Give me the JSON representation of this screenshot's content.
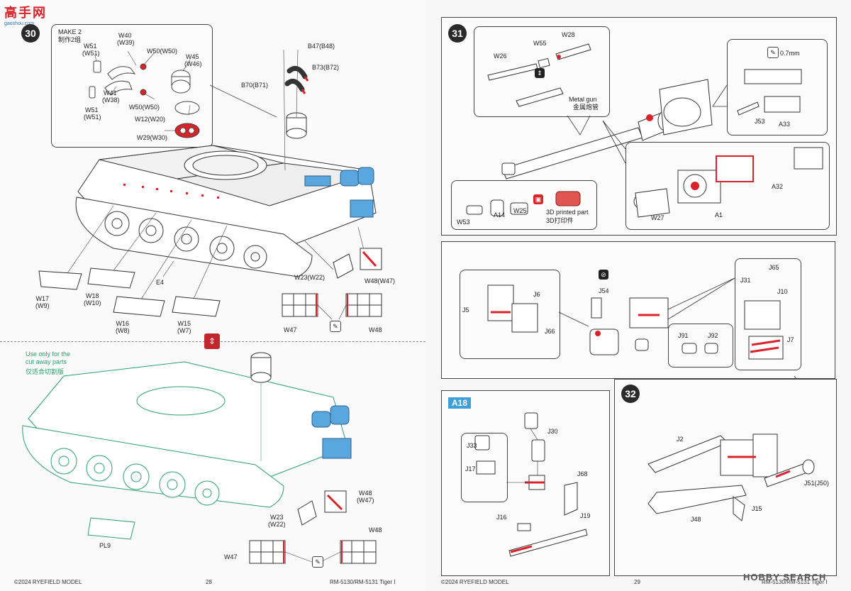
{
  "site_logo": {
    "main": "高手网",
    "sub": "gaoshou.com",
    "colors": {
      "red": "#d8232a",
      "blue": "#2a6fb8"
    }
  },
  "watermark": "HOBBY SEARCH",
  "left_page": {
    "step": "30",
    "make": {
      "title": "MAKE 2",
      "subtitle": "制作2组"
    },
    "inset_labels": {
      "w40": "W40",
      "w39": "(W39)",
      "w51a": "W51",
      "w51a_alt": "(W51)",
      "w50a": "W50(W50)",
      "w45": "W45",
      "w46": "(W46)",
      "w41": "W41",
      "w38": "(W38)",
      "w50b": "W50(W50)",
      "w51b": "W51",
      "w51b_alt": "(W51)",
      "w12": "W12(W20)",
      "w29": "W29(W30)"
    },
    "hull_labels": {
      "b47": "B47(B48)",
      "b73": "B73(B72)",
      "b70": "B70(B71)",
      "e4": "E4",
      "w17": "W17",
      "w9": "(W9)",
      "w18": "W18",
      "w10": "(W10)",
      "w16": "W16",
      "w8": "(W8)",
      "w15": "W15",
      "w7": "(W7)",
      "w23": "W23(W22)",
      "w48": "W48(W47)",
      "w47_box": "W47",
      "w48_box": "W48"
    },
    "cutaway": {
      "note_en_1": "Use only for the",
      "note_en_2": "cut away parts",
      "note_cn": "仅适合切割版",
      "pl9": "PL9",
      "w23": "W23",
      "w22": "(W22)",
      "w48": "W48",
      "w47": "(W47)",
      "w47_box": "W47",
      "w48_box": "W48"
    },
    "footer_left": "©2024 RYEFIELD MODEL",
    "page_no": "28",
    "footer_right": "RM-5130/RM-5131 Tiger I"
  },
  "right_page": {
    "step31": "31",
    "gun_labels": {
      "w28": "W28",
      "w55": "W55",
      "w26": "W26",
      "metal_gun": "Metal gun",
      "metal_gun_cn": "金属炮管",
      "w53": "W53",
      "a14": "A14",
      "w25": "W25",
      "printed": "3D printed part",
      "printed_cn": "3D打印件",
      "thickness": "0.7mm",
      "j53": "J53",
      "a33": "A33",
      "a32": "A32",
      "w27": "W27",
      "a1": "A1"
    },
    "breech_labels": {
      "j5": "J5",
      "j6": "J6",
      "j66": "J66",
      "j54": "J54",
      "j65": "J65",
      "j31": "J31",
      "j10": "J10",
      "j91": "J91",
      "j92": "J92",
      "j7": "J7"
    },
    "step32": "32",
    "a18_tag": "A18",
    "a18_labels": {
      "j30": "J30",
      "j33": "J33",
      "j17": "J17",
      "j68": "J68",
      "j16": "J16",
      "j19": "J19"
    },
    "step32_labels": {
      "j2": "J2",
      "j51": "J51(J50)",
      "j15": "J15",
      "j48": "J48"
    },
    "footer_left": "©2024 RYEFIELD MODEL",
    "page_no": "29",
    "footer_right": "RM-5130/RM-5131 Tiger I"
  },
  "colors": {
    "accent_red": "#d8232a",
    "part_blue": "#5aa7e0",
    "cutaway_green": "#2aa06b",
    "line": "#444444"
  }
}
